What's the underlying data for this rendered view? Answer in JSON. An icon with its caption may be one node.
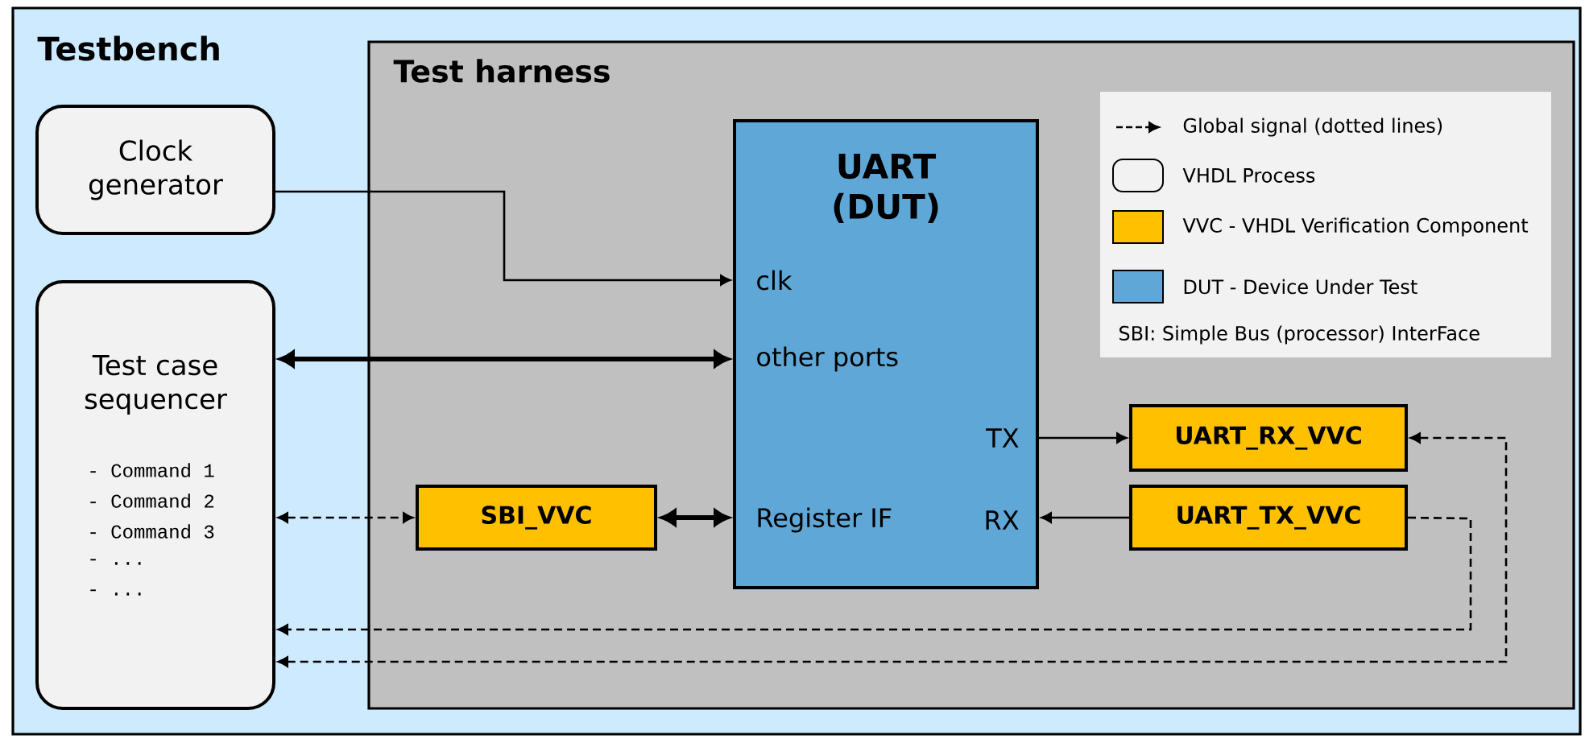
{
  "diagram": {
    "nodes": [
      {
        "text": [
          "Testbench"
        ]
      },
      {
        "text": [
          "Clock generator"
        ],
        "in": 0
      },
      {
        "text": [
          "Test case sequencer",
          "- Command 1",
          "- Command 2",
          "- Command 3",
          "- ...",
          "- ..."
        ],
        "in": 0
      },
      {
        "text": [
          "Test harness"
        ],
        "in": 0
      },
      {
        "text": [
          "UART (DUT)",
          "clk",
          "other ports",
          "Register IF",
          "TX",
          "RX"
        ],
        "in": 3
      },
      {
        "text": [
          "SBI_VVC"
        ],
        "in": 3
      },
      {
        "text": [
          "UART_RX_VVC"
        ],
        "in": 3
      },
      {
        "text": [
          "UART_TX_VVC"
        ],
        "in": 3
      }
    ],
    "edges": [
      {
        "from": 1,
        "to": 4,
        "arrow": "to"
      },
      {
        "from": 2,
        "to": 4,
        "arrow": "both",
        "style": "thick"
      },
      {
        "from": 2,
        "to": 5,
        "arrow": "both",
        "style": "dashed"
      },
      {
        "from": 5,
        "to": 4,
        "arrow": "both",
        "style": "thick"
      },
      {
        "from": 4,
        "to": 6,
        "arrow": "to"
      },
      {
        "from": 7,
        "to": 4,
        "arrow": "to"
      },
      {
        "from": 7,
        "to": 2,
        "arrow": "to",
        "style": "dashed"
      },
      {
        "from": 2,
        "to": 6,
        "arrow": "both",
        "style": "dashed"
      }
    ],
    "labels": [
      "SBI: Simple Bus (processor) InterFace"
    ],
    "legend": [
      {
        "text": "Global signal (dotted lines)"
      },
      {
        "text": "VHDL Process"
      },
      {
        "text": "VVC - VHDL Verification Component",
        "color": "#ffc000"
      },
      {
        "text": "DUT - Device Under Test",
        "color": "#5ea7d6"
      }
    ]
  }
}
